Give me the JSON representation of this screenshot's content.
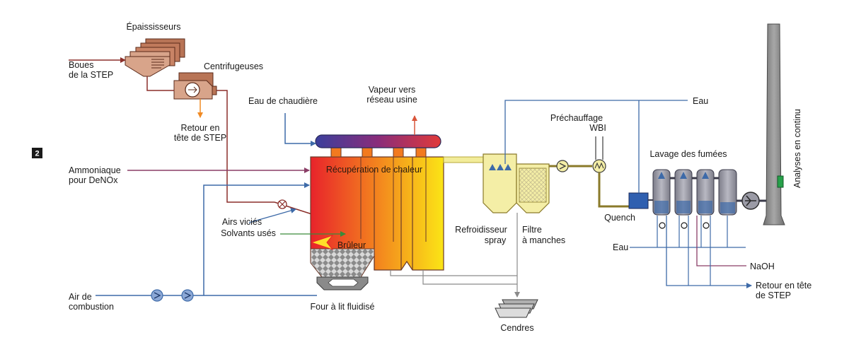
{
  "badge": "2",
  "labels": {
    "epaississeurs": "Épaississeurs",
    "boues_1": "Boues",
    "boues_2": "de la STEP",
    "centrifugeuses": "Centrifugeuses",
    "retour_1": "Retour en",
    "retour_2": "tête de STEP",
    "eau_chaudiere": "Eau de chaudière",
    "vapeur_1": "Vapeur vers",
    "vapeur_2": "réseau usine",
    "ammoniaque_1": "Ammoniaque",
    "ammoniaque_2": "pour DeNOx",
    "recuperation": "Récupération de chaleur",
    "airs_vicies": "Airs viciés",
    "solvants": "Solvants usés",
    "bruleur": "Brûleur",
    "air_1": "Air de",
    "air_2": "combustion",
    "four": "Four à lit fluidisé",
    "cendres": "Cendres",
    "refroidisseur_1": "Refroidisseur",
    "refroidisseur_2": "spray",
    "filtre_1": "Filtre",
    "filtre_2": "à manches",
    "prechauffage_1": "Préchauffage",
    "prechauffage_2": "WBI",
    "eau_top": "Eau",
    "lavage": "Lavage des fumées",
    "quench": "Quench",
    "eau_mid": "Eau",
    "naoh": "NaOH",
    "retour_step_1": "Retour en tête",
    "retour_step_2": "de STEP",
    "analyses": "Analyses en continu"
  },
  "colors": {
    "water_line": "#3d6aa8",
    "sludge_line": "#8b2f2a",
    "steam_arrow": "#d9553a",
    "ammonia_line": "#8a3d66",
    "flue_duct": "#f2ec9a",
    "stack": "#8c8c8c",
    "scrubber": "#9b9ba6",
    "sludge_equipment": "#c98c6e"
  }
}
